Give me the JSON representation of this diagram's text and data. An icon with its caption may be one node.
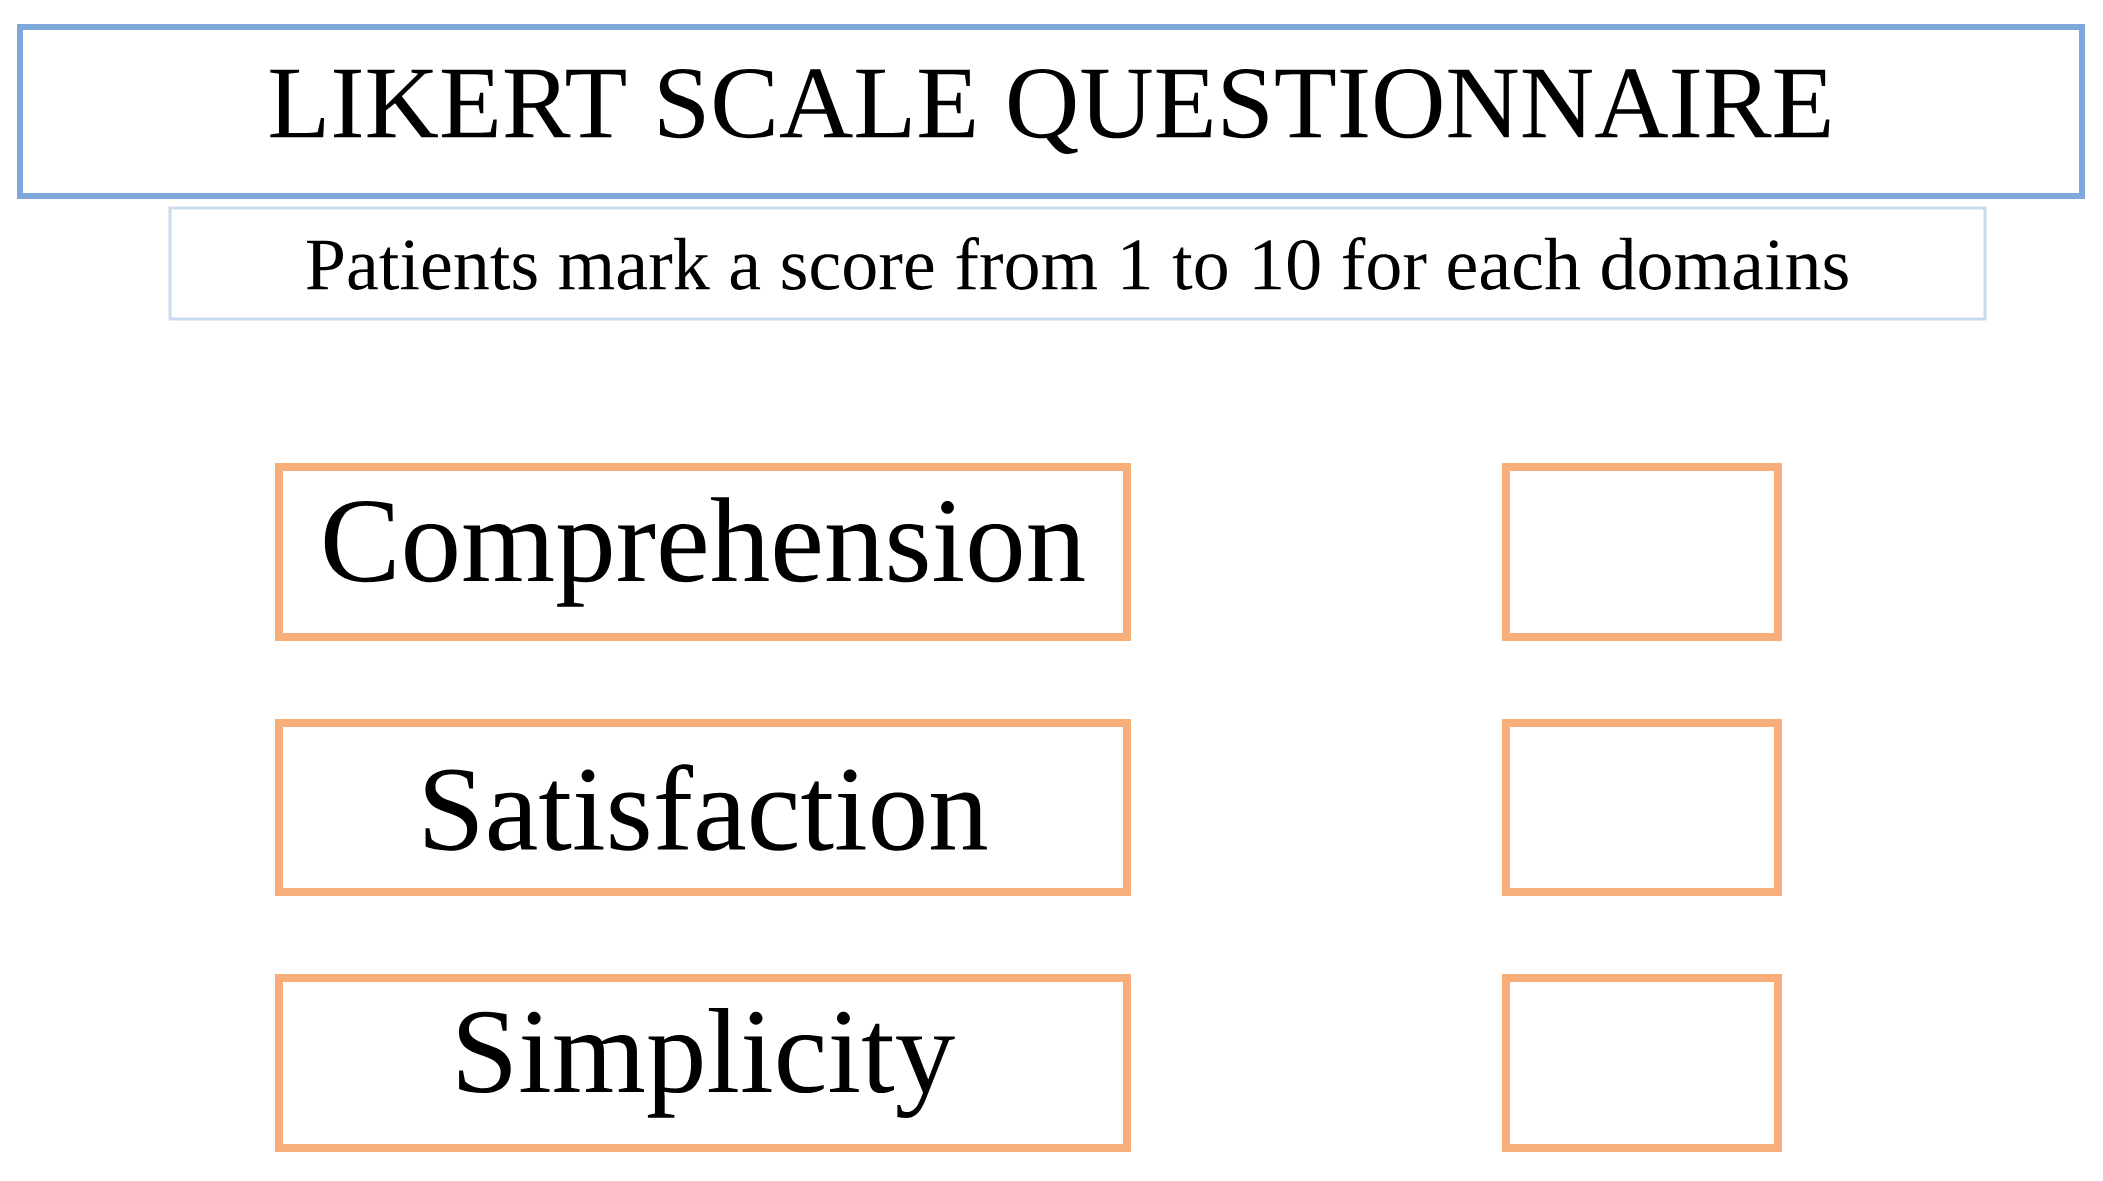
{
  "diagram": {
    "nodes": [
      {
        "text": [
          "LIKERT SCALE QUESTIONNAIRE"
        ]
      },
      {
        "text": [
          "Patients mark a score from 1 to 10 for each domains"
        ]
      },
      {
        "text": [
          "Comprehension"
        ]
      },
      {
        "text": [],
        "shape": "box"
      },
      {
        "text": [
          "Satisfaction"
        ]
      },
      {
        "text": [],
        "shape": "box"
      },
      {
        "text": [
          "Simplicity"
        ]
      },
      {
        "text": [],
        "shape": "box"
      }
    ]
  }
}
